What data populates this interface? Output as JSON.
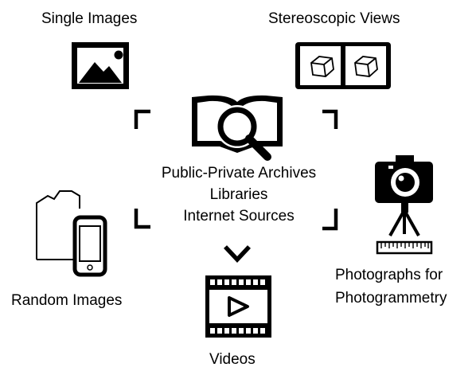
{
  "sources": {
    "single_images": "Single Images",
    "stereoscopic_views": "Stereoscopic Views",
    "random_images": "Random Images",
    "photogrammetry_line1": "Photographs for",
    "photogrammetry_line2": "Photogrammetry",
    "videos": "Videos"
  },
  "center": {
    "line1": "Public-Private Archives",
    "line2": "Libraries",
    "line3": "Internet Sources"
  },
  "icons": [
    "picture-icon",
    "stereo-book-icon",
    "book-magnifier-icon",
    "building-phone-icon",
    "camera-tripod-icon",
    "video-film-icon",
    "chevron-down-icon"
  ]
}
